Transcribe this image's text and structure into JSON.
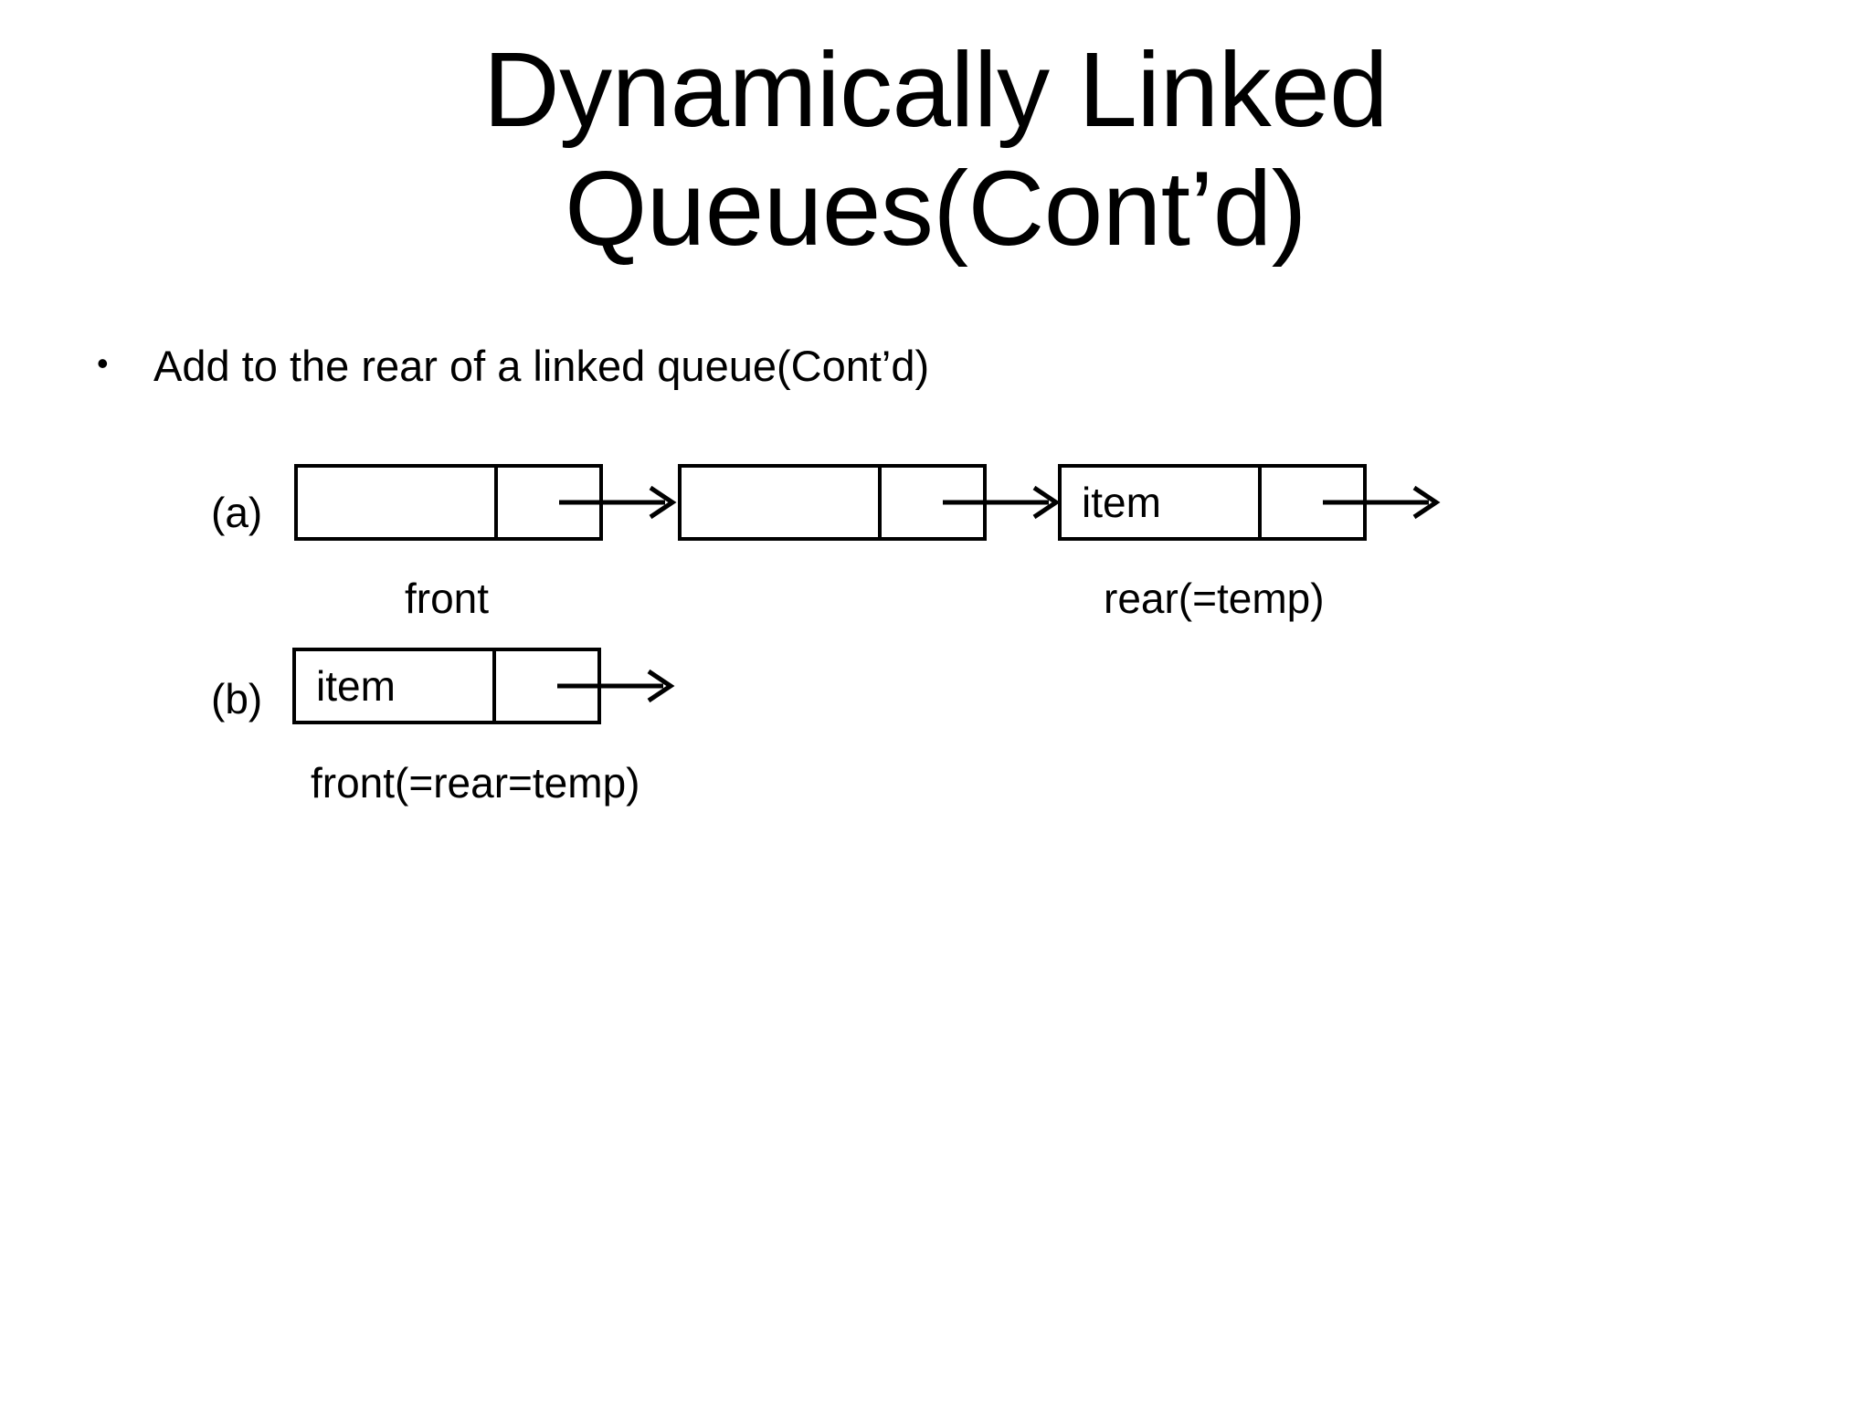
{
  "slide": {
    "background_color": "#ffffff",
    "text_color": "#000000",
    "title": {
      "line1": "Dynamically Linked",
      "line2": "Queues(Cont’d)"
    },
    "bullets": [
      {
        "marker": "•",
        "text": "Add to the rear of a linked queue(Cont’d)"
      }
    ],
    "diagram": {
      "rows": [
        {
          "label": "(a)",
          "nodes": [
            {
              "data": "",
              "link": "pointer-arrow"
            },
            {
              "data": "",
              "link": "pointer-arrow"
            },
            {
              "data": "item",
              "link": "pointer-arrow"
            }
          ],
          "captions": [
            {
              "text": "front"
            },
            {
              "text": "rear(=temp)"
            }
          ]
        },
        {
          "label": "(b)",
          "nodes": [
            {
              "data": "item",
              "link": "pointer-arrow"
            }
          ],
          "captions": [
            {
              "text": "front(=rear=temp)"
            }
          ]
        }
      ]
    }
  }
}
